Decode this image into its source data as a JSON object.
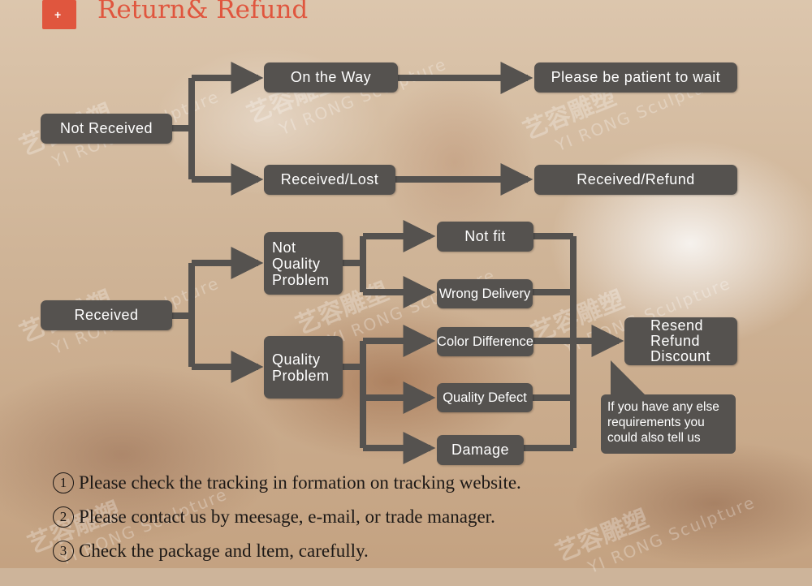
{
  "header": {
    "title": "Return& Refund",
    "icon": "package-icon",
    "accent_color": "#e0563e"
  },
  "watermark": {
    "brand": "艺容雕塑",
    "sub": "YI RONG Sculpture"
  },
  "flow": {
    "not_received": "Not Received",
    "on_the_way": "On the Way",
    "please_wait": "Please be patient to wait",
    "received_lost": "Received/Lost",
    "received_refund": "Received/Refund",
    "received": "Received",
    "not_quality_problem": [
      "Not",
      "Quality",
      "Problem"
    ],
    "quality_problem": [
      "Quality",
      "Problem"
    ],
    "not_fit": "Not fit",
    "wrong_delivery": "Wrong Delivery",
    "color_difference": "Color Difference",
    "quality_defect": "Quality Defect",
    "damage": "Damage",
    "outcome": [
      "Resend",
      "Refund",
      "Discount"
    ],
    "callout": [
      "If you have any else",
      "requirements you",
      "could also tell us"
    ]
  },
  "notes": [
    {
      "num": "1",
      "text": "Please check the tracking in formation on tracking website."
    },
    {
      "num": "2",
      "text": "Please contact us by meesage, e-mail, or trade manager."
    },
    {
      "num": "3",
      "text": "Check the package and ltem, carefully."
    }
  ],
  "colors": {
    "node_bg": "#55524f",
    "connector": "#55524f",
    "note_text": "#1c1816"
  }
}
